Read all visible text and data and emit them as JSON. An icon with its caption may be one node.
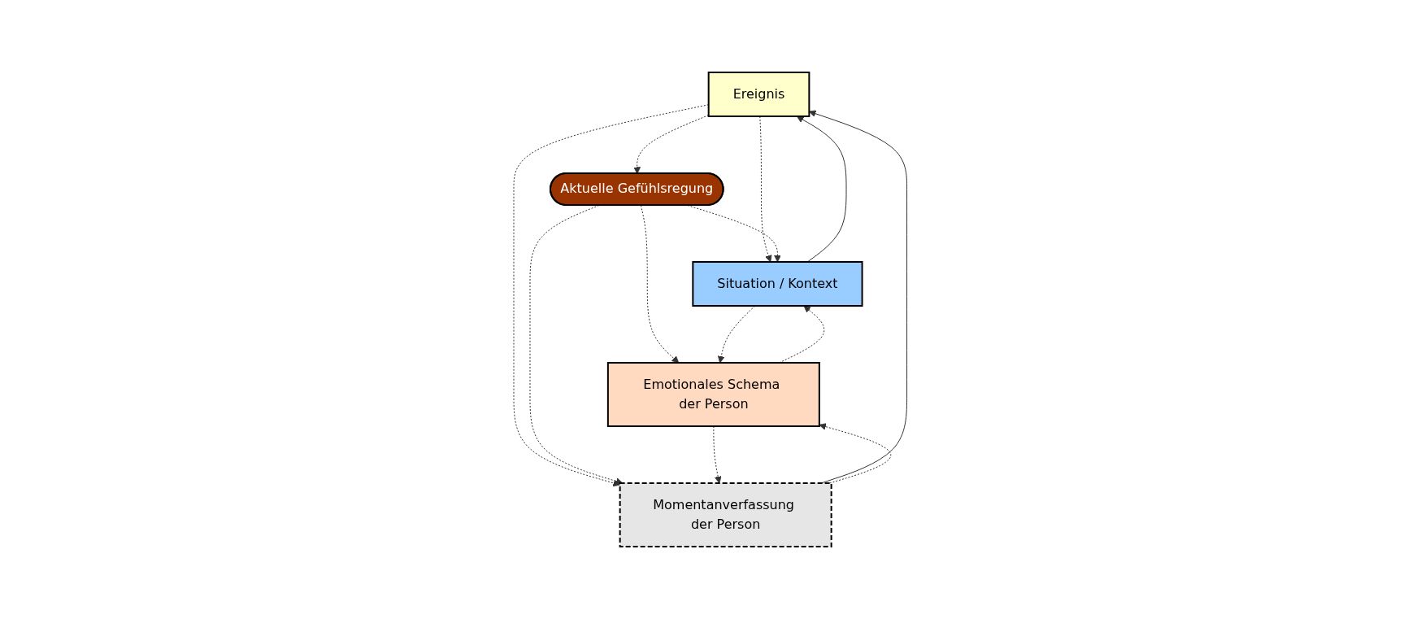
{
  "diagram": {
    "nodes": [
      {
        "text": [
          "Ereignis"
        ]
      },
      {
        "text": [
          "Situation / Kontext"
        ]
      },
      {
        "text": [
          "Aktuelle Gefühlsregung"
        ]
      },
      {
        "text": [
          "Momentanverfassung der Person"
        ]
      },
      {
        "text": [
          "Emotionales Schema der Person"
        ]
      }
    ],
    "edges": [
      {
        "from": 1,
        "to": 0,
        "arrow": "to"
      },
      {
        "from": 0,
        "to": 1,
        "arrow": "to",
        "style": "dashed"
      },
      {
        "from": 3,
        "to": 0,
        "arrow": "to"
      },
      {
        "from": 0,
        "to": 3,
        "arrow": "to",
        "style": "dashed"
      },
      {
        "from": 0,
        "to": 2,
        "arrow": "to",
        "style": "dashed"
      },
      {
        "from": 2,
        "to": 1,
        "arrow": "to",
        "style": "dashed"
      },
      {
        "from": 2,
        "to": 3,
        "arrow": "to",
        "style": "dashed"
      },
      {
        "from": 2,
        "to": 4,
        "arrow": "to",
        "style": "dashed"
      },
      {
        "from": 1,
        "to": 4,
        "arrow": "to",
        "style": "dashed"
      },
      {
        "from": 4,
        "to": 1,
        "arrow": "to",
        "style": "dashed"
      },
      {
        "from": 3,
        "to": 4,
        "arrow": "to",
        "style": "dashed"
      },
      {
        "from": 4,
        "to": 3,
        "arrow": "to",
        "style": "dashed"
      }
    ]
  }
}
